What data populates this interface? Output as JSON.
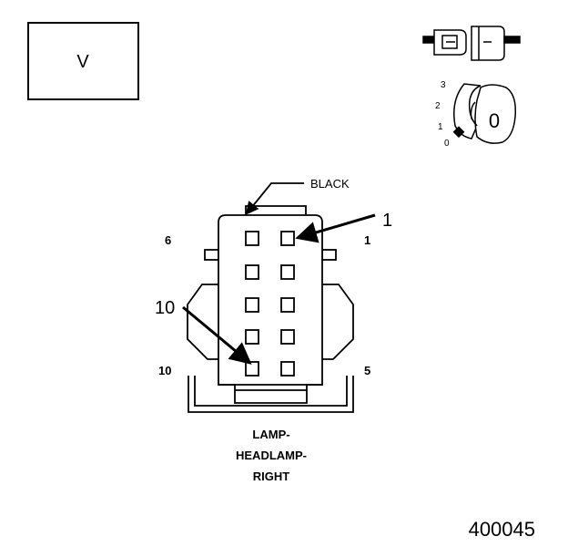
{
  "view_label": "V",
  "wire_color_label": "BLACK",
  "cavity_callouts": {
    "first": "1",
    "last": "10"
  },
  "side_numbers": {
    "top_left": "6",
    "top_right": "1",
    "bottom_left": "10",
    "bottom_right": "5"
  },
  "connector_title": [
    "LAMP-",
    "HEADLAMP-",
    "RIGHT"
  ],
  "key_position_labels": [
    "3",
    "2",
    "1",
    "0"
  ],
  "key_head_label": "0",
  "figure_number": "400045"
}
